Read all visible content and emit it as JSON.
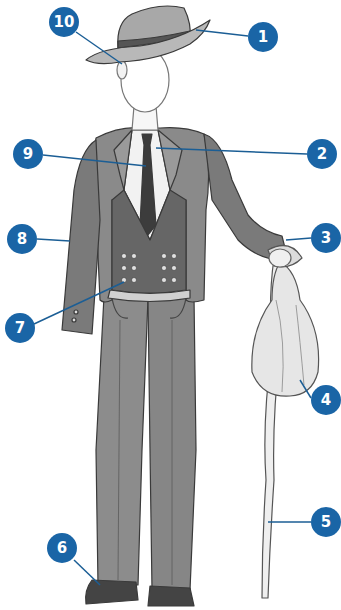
{
  "diagram": {
    "nodes": [
      {
        "text": [
          "10"
        ]
      },
      {
        "text": [
          "1"
        ]
      },
      {
        "text": [
          "9"
        ]
      },
      {
        "text": [
          "2"
        ]
      },
      {
        "text": [
          "8"
        ]
      },
      {
        "text": [
          "3"
        ]
      },
      {
        "text": [
          "7"
        ]
      },
      {
        "text": [
          "4"
        ]
      },
      {
        "text": [
          "5"
        ]
      },
      {
        "text": [
          "6"
        ]
      }
    ]
  }
}
